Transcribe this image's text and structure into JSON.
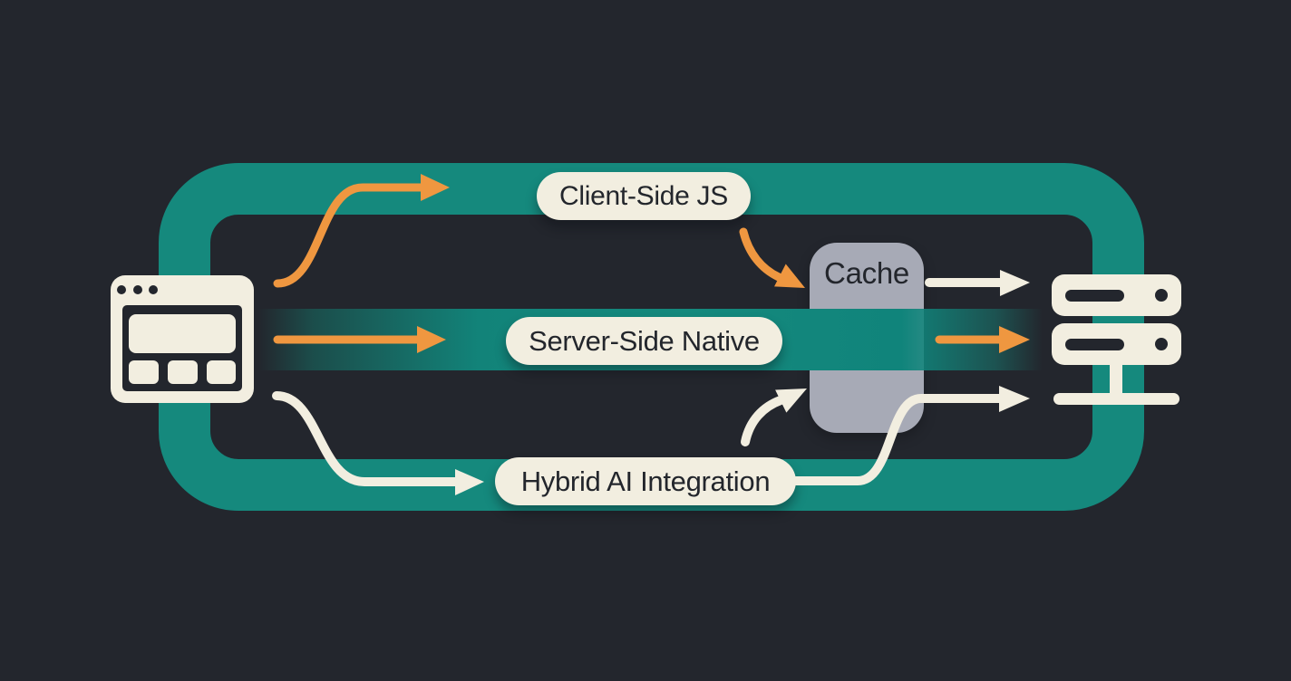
{
  "colors": {
    "background": "#23262d",
    "frame_teal": "#15897d",
    "accent_orange": "#ef9740",
    "cream": "#f2eee0",
    "cache_gray": "#a7aab6",
    "text_dark": "#23262c"
  },
  "nodes": {
    "browser": {
      "icon": "browser-window-icon"
    },
    "server": {
      "icon": "server-stack-icon"
    },
    "cache": {
      "label": "Cache"
    }
  },
  "labels": {
    "client_side": "Client-Side JS",
    "server_side": "Server-Side Native",
    "hybrid": "Hybrid AI Integration"
  },
  "connections": [
    {
      "from": "browser",
      "to": "client-side-js",
      "color": "orange",
      "style": "s-curve"
    },
    {
      "from": "browser",
      "to": "server-side-native",
      "color": "orange",
      "style": "straight"
    },
    {
      "from": "browser",
      "to": "hybrid-ai-integration",
      "color": "white",
      "style": "s-curve"
    },
    {
      "from": "client-side-js",
      "to": "cache",
      "color": "orange",
      "style": "curve-down"
    },
    {
      "from": "hybrid-ai-integration",
      "to": "cache",
      "color": "white",
      "style": "curve-up"
    },
    {
      "from": "cache",
      "to": "server",
      "color": "white",
      "style": "straight"
    },
    {
      "from": "server-side-native",
      "to": "server",
      "color": "orange",
      "style": "straight"
    },
    {
      "from": "hybrid-ai-integration",
      "to": "server",
      "color": "white",
      "style": "s-curve"
    }
  ]
}
